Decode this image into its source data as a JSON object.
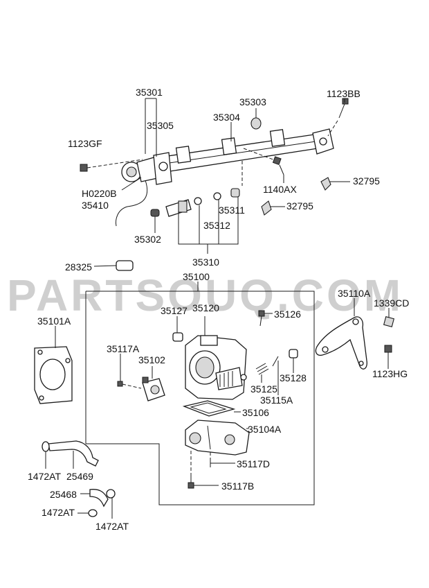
{
  "watermark": "PARTSOUQ.COM",
  "labels": {
    "p35301": "35301",
    "p35305": "35305",
    "p35303": "35303",
    "p1123BB": "1123BB",
    "p35304": "35304",
    "p1123GF": "1123GF",
    "pH0220B": "H0220B",
    "p35410": "35410",
    "p1140AX": "1140AX",
    "p32795a": "32795",
    "p32795b": "32795",
    "p35311": "35311",
    "p35312": "35312",
    "p35302": "35302",
    "p35310": "35310",
    "p28325": "28325",
    "p35100": "35100",
    "p35110A": "35110A",
    "p1339CD": "1339CD",
    "p35101A": "35101A",
    "p35127": "35127",
    "p35120": "35120",
    "p35126": "35126",
    "p35117A": "35117A",
    "p35102": "35102",
    "p35125": "35125",
    "p35128": "35128",
    "p35115A": "35115A",
    "p1123HG": "1123HG",
    "p35106": "35106",
    "p35104A": "35104A",
    "p35117D": "35117D",
    "p35117B": "35117B",
    "p1472ATa": "1472AT",
    "p25469": "25469",
    "p25468": "25468",
    "p1472ATb": "1472AT",
    "p1472ATc": "1472AT"
  }
}
